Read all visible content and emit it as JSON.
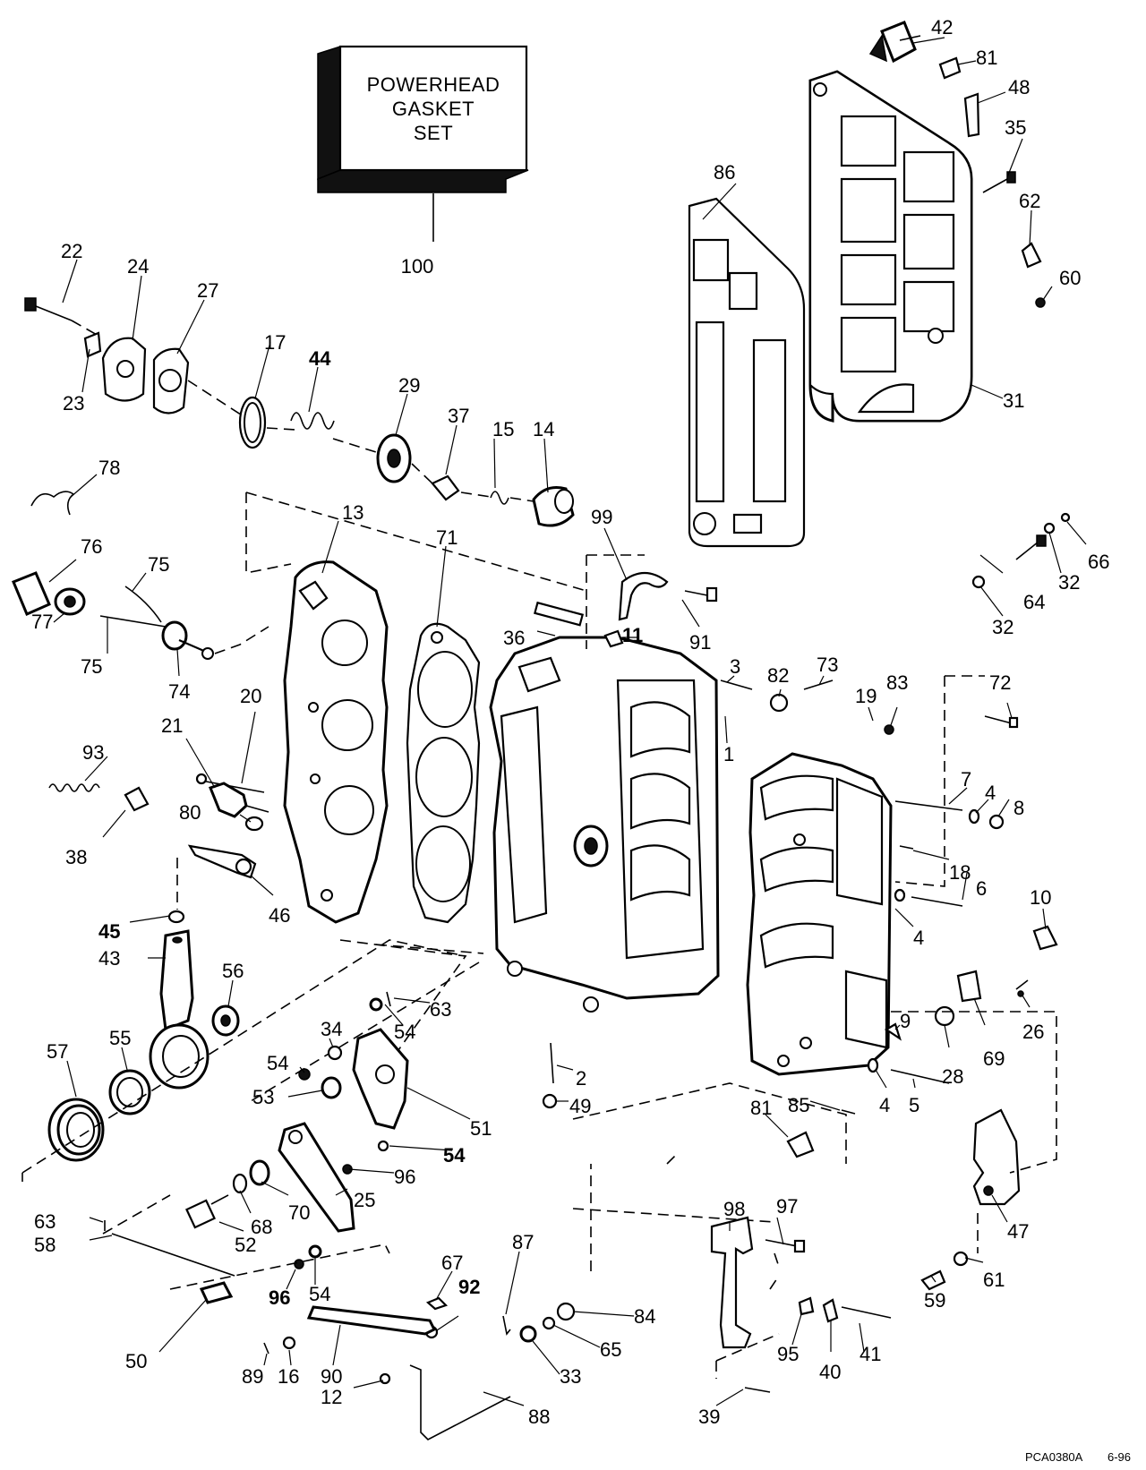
{
  "box": {
    "line1": "POWERHEAD",
    "line2": "GASKET",
    "line3": "SET"
  },
  "reference": {
    "code": "PCA0380A",
    "date": "6-96"
  },
  "labels": {
    "l100": "100",
    "l42": "42",
    "l81a": "81",
    "l48": "48",
    "l35": "35",
    "l62": "62",
    "l60": "60",
    "l31": "31",
    "l86": "86",
    "l22": "22",
    "l24": "24",
    "l27": "27",
    "l23": "23",
    "l17": "17",
    "l44": "44",
    "l29": "29",
    "l37": "37",
    "l15": "15",
    "l14": "14",
    "l78": "78",
    "l99": "99",
    "l66": "66",
    "l32a": "32",
    "l64": "64",
    "l32b": "32",
    "l13": "13",
    "l71": "71",
    "l76": "76",
    "l75a": "75",
    "l77": "77",
    "l75b": "75",
    "l74": "74",
    "l36": "36",
    "l11": "11",
    "l91": "91",
    "l3": "3",
    "l82": "82",
    "l73": "73",
    "l19": "19",
    "l83": "83",
    "l72": "72",
    "l20": "20",
    "l21": "21",
    "l93": "93",
    "l1": "1",
    "l7": "7",
    "l4a": "4",
    "l8": "8",
    "l80": "80",
    "l38": "38",
    "l46": "46",
    "l18": "18",
    "l6": "6",
    "l10": "10",
    "l4b": "4",
    "l45": "45",
    "l43": "43",
    "l56": "56",
    "l63a": "63",
    "l34": "34",
    "l54a": "54",
    "l57": "57",
    "l55": "55",
    "l54b": "54",
    "l53": "53",
    "l51": "51",
    "l2": "2",
    "l49": "49",
    "l9": "9",
    "l26": "26",
    "l69": "69",
    "l28": "28",
    "l4c": "4",
    "l5": "5",
    "l85": "85",
    "l81b": "81",
    "l54c": "54",
    "l96a": "96",
    "l25": "25",
    "l70": "70",
    "l68": "68",
    "l52": "52",
    "l63b": "63",
    "l58": "58",
    "l96b": "96",
    "l54d": "54",
    "l67": "67",
    "l92": "92",
    "l87": "87",
    "l98": "98",
    "l97": "97",
    "l47": "47",
    "l61": "61",
    "l59": "59",
    "l84": "84",
    "l65": "65",
    "l33": "33",
    "l95": "95",
    "l40": "40",
    "l41": "41",
    "l50": "50",
    "l89": "89",
    "l16": "16",
    "l90": "90",
    "l12": "12",
    "l88": "88",
    "l39": "39"
  }
}
